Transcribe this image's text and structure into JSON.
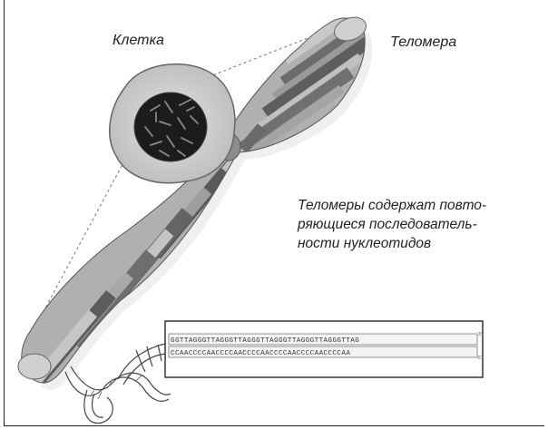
{
  "labels": {
    "cell": "Клетка",
    "telomere": "Теломера",
    "description": [
      "Теломеры содержат повто-",
      "ряющиеся последователь-",
      "ности нуклеотидов"
    ]
  },
  "sequence": {
    "top_strand": "GGTTAGGGTTAGGGTTAGGGTTAGGGTTAGGGTTAGGGTTAG",
    "bottom_strand": "CCAACCCCAACCCCAACCCCAACCCCAACCCCAACCCCAA",
    "top_end": "3'",
    "bottom_end": "5'"
  },
  "colors": {
    "band_dark": "#6c6c6c",
    "band_mid": "#9a9a9a",
    "band_light": "#c4c4c4",
    "chromosome_base": "#b0b0b0",
    "nucleus": "#1c1c1c",
    "cell_fill": "#d6d6d6"
  }
}
